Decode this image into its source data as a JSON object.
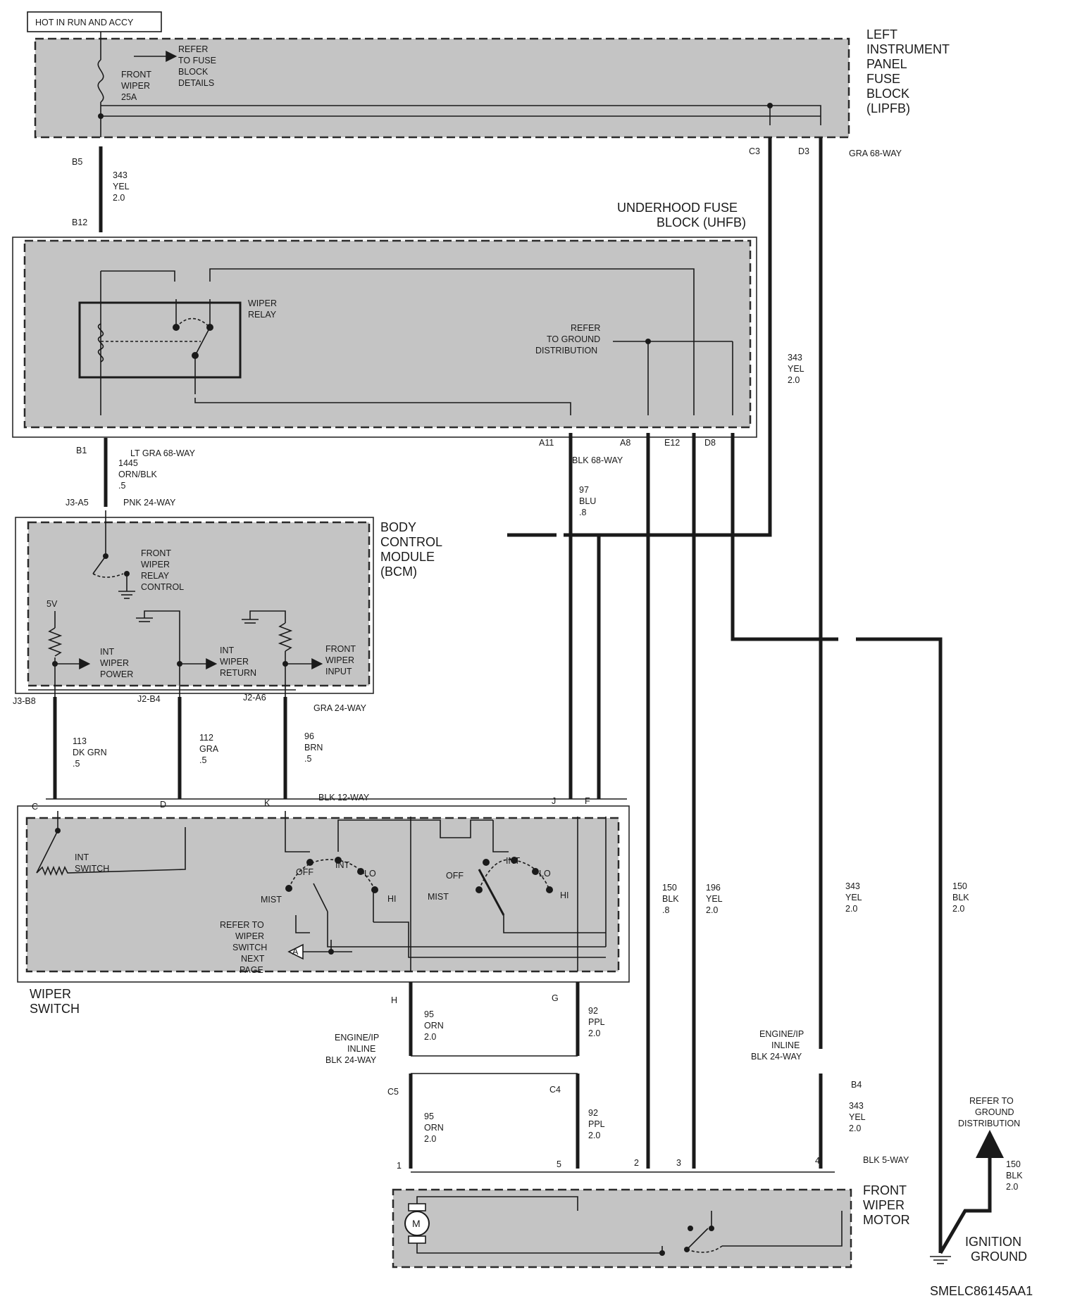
{
  "header_tag": "HOT IN RUN AND ACCY",
  "figure_id": "SMELC86145AA1",
  "lipfb": {
    "title": [
      "LEFT",
      "INSTRUMENT",
      "PANEL",
      "FUSE",
      "BLOCK",
      "(LIPFB)"
    ],
    "refer": [
      "REFER",
      "TO FUSE",
      "BLOCK",
      "DETAILS"
    ],
    "fuse": [
      "FRONT",
      "WIPER",
      "25A"
    ]
  },
  "uhfb": {
    "title": [
      "UNDERHOOD FUSE",
      "BLOCK (UHFB)"
    ],
    "relay": [
      "WIPER",
      "RELAY"
    ],
    "refer": [
      "REFER",
      "TO GROUND",
      "DISTRIBUTION"
    ]
  },
  "bcm": {
    "title": [
      "BODY",
      "CONTROL",
      "MODULE",
      "(BCM)"
    ],
    "relay_control": [
      "FRONT",
      "WIPER",
      "RELAY",
      "CONTROL"
    ],
    "v5": "5V",
    "int_power": [
      "INT",
      "WIPER",
      "POWER"
    ],
    "int_return": [
      "INT",
      "WIPER",
      "RETURN"
    ],
    "front_input": [
      "FRONT",
      "WIPER",
      "INPUT"
    ]
  },
  "switch": {
    "title": [
      "WIPER",
      "SWITCH"
    ],
    "int_switch": [
      "INT",
      "SWITCH"
    ],
    "refer": [
      "REFER TO",
      "WIPER",
      "SWITCH",
      "NEXT",
      "PAGE"
    ],
    "connector_a": "A",
    "left_pos": {
      "off": "OFF",
      "int": "INT",
      "lo": "LO",
      "mist": "MIST",
      "hi": "HI"
    },
    "right_pos": {
      "off": "OFF",
      "int": "INT",
      "lo": "LO",
      "mist": "MIST",
      "hi": "HI"
    }
  },
  "motor": {
    "title": [
      "FRONT",
      "WIPER",
      "MOTOR"
    ],
    "symbol": "M"
  },
  "ignition_ground": [
    "IGNITION",
    "GROUND"
  ],
  "ground_refer": [
    "REFER TO",
    "GROUND",
    "DISTRIBUTION"
  ],
  "connectors": {
    "gra68": "GRA 68-WAY",
    "ltgra68": "LT GRA 68-WAY",
    "pnk24": "PNK 24-WAY",
    "blk68": "BLK 68-WAY",
    "gra24": "GRA 24-WAY",
    "blk12": "BLK 12-WAY",
    "inline_left": [
      "ENGINE/IP",
      "INLINE",
      "BLK 24-WAY"
    ],
    "inline_right": [
      "ENGINE/IP",
      "INLINE",
      "BLK 24-WAY"
    ],
    "blk5": "BLK 5-WAY"
  },
  "pins": {
    "B5": "B5",
    "B12": "B12",
    "C3": "C3",
    "D3": "D3",
    "B1": "B1",
    "J3A5": "J3-A5",
    "A11": "A11",
    "A8": "A8",
    "E12": "E12",
    "D8": "D8",
    "J3B8": "J3-B8",
    "J2B4": "J2-B4",
    "J2A6": "J2-A6",
    "C": "C",
    "D": "D",
    "K": "K",
    "J": "J",
    "F": "F",
    "H": "H",
    "G": "G",
    "C5": "C5",
    "C4": "C4",
    "B4": "B4",
    "m1": "1",
    "m5": "5",
    "m2": "2",
    "m3": "3",
    "m4": "4"
  },
  "wires": {
    "w343_top": [
      "343",
      "YEL",
      "2.0"
    ],
    "w343_mid": [
      "343",
      "YEL",
      "2.0"
    ],
    "w1445": [
      "1445",
      "ORN/BLK",
      ".5"
    ],
    "w97": [
      "97",
      "BLU",
      ".8"
    ],
    "w113": [
      "113",
      "DK GRN",
      ".5"
    ],
    "w112": [
      "112",
      "GRA",
      ".5"
    ],
    "w96": [
      "96",
      "BRN",
      ".5"
    ],
    "w150a": [
      "150",
      "BLK",
      ".8"
    ],
    "w196": [
      "196",
      "YEL",
      "2.0"
    ],
    "w343_low": [
      "343",
      "YEL",
      "2.0"
    ],
    "w150b": [
      "150",
      "BLK",
      "2.0"
    ],
    "w95a": [
      "95",
      "ORN",
      "2.0"
    ],
    "w92a": [
      "92",
      "PPL",
      "2.0"
    ],
    "w95b": [
      "95",
      "ORN",
      "2.0"
    ],
    "w92b": [
      "92",
      "PPL",
      "2.0"
    ],
    "w343_bot": [
      "343",
      "YEL",
      "2.0"
    ],
    "w150c": [
      "150",
      "BLK",
      "2.0"
    ]
  }
}
